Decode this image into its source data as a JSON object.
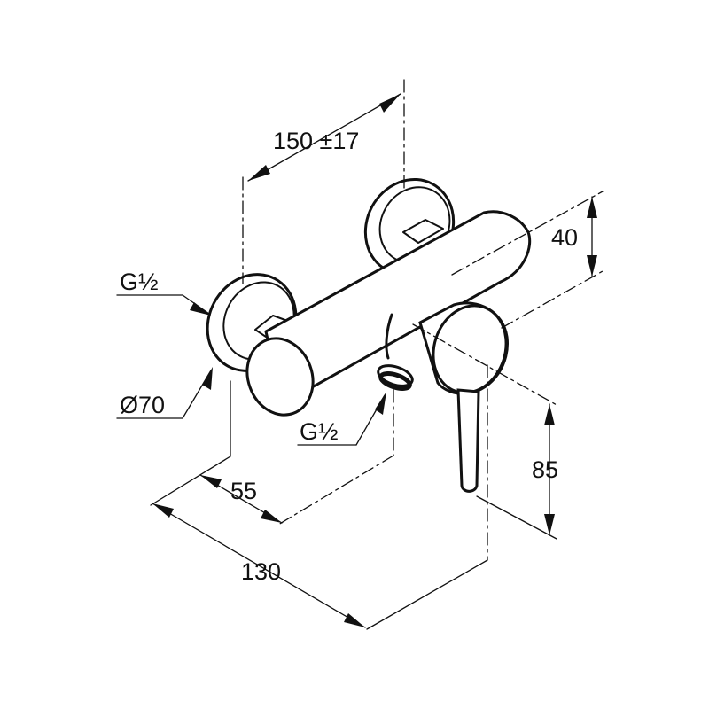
{
  "dimensions": {
    "spacing": "150 ±17",
    "inlet_thread_left": "G½",
    "flange_diameter": "Ø70",
    "outlet_thread": "G½",
    "height_top": "40",
    "height_lever": "85",
    "depth_55": "55",
    "depth_130": "130"
  },
  "colors": {
    "line": "#111111",
    "background": "#ffffff"
  }
}
